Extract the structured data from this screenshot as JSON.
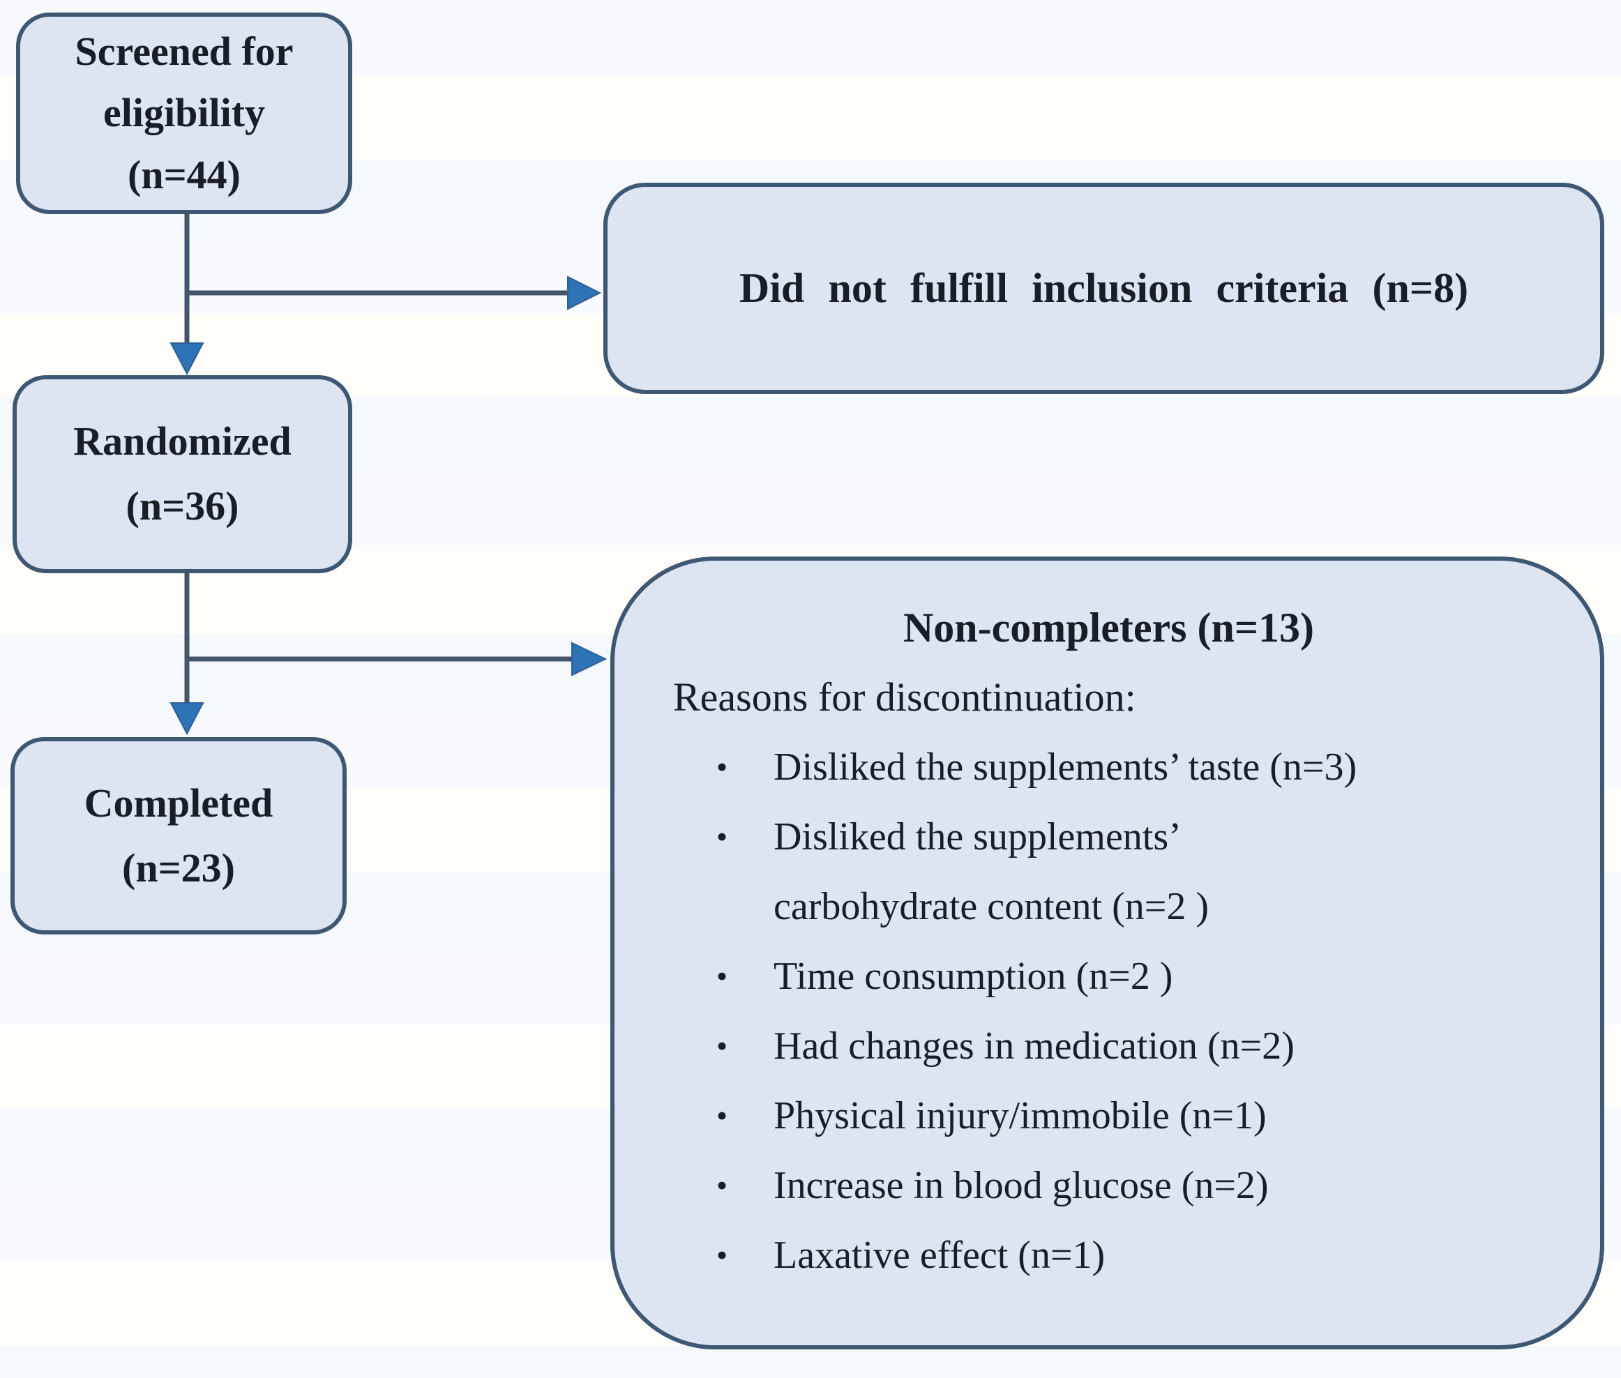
{
  "colors": {
    "box_fill": "#dce5f1",
    "box_border": "#3e5874",
    "arrow_line": "#44546a",
    "arrow_head": "#2d73b5",
    "text": "#191d26"
  },
  "boxes": {
    "screened": {
      "line1": "Screened for",
      "line2": "eligibility",
      "line3": "(n=44)"
    },
    "did_not_fulfill": {
      "label": "Did not fulfill inclusion criteria (n=8)"
    },
    "randomized": {
      "line1": "Randomized",
      "line2": "(n=36)"
    },
    "completed": {
      "line1": "Completed",
      "line2": "(n=23)"
    },
    "non_completers": {
      "title": "Non-completers (n=13)",
      "subtitle": "Reasons for discontinuation:",
      "bullet_char": "•",
      "reasons": [
        "Disliked the supplements’ taste (n=3)",
        "Disliked the supplements’ carbohydrate content (n=2 )",
        "Time consumption (n=2 )",
        "Had changes in medication (n=2)",
        "Physical injury/immobile (n=1)",
        "Increase in blood glucose (n=2)",
        "Laxative effect (n=1)"
      ]
    }
  }
}
